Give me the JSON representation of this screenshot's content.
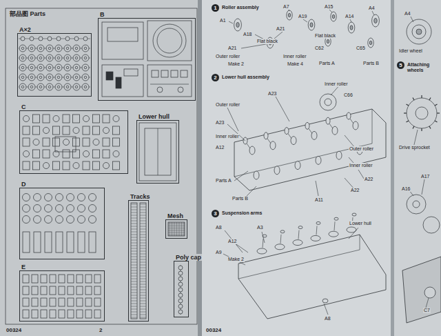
{
  "diagram": {
    "title": "部品图 Parts",
    "nodes": [
      {
        "text": [
          "A×2"
        ]
      },
      {
        "text": [
          "B"
        ]
      },
      {
        "text": [
          "C"
        ]
      },
      {
        "text": [
          "Lower hull"
        ]
      },
      {
        "text": [
          "D"
        ]
      },
      {
        "text": [
          "Tracks"
        ]
      },
      {
        "text": [
          "Mesh"
        ]
      },
      {
        "text": [
          "E"
        ]
      },
      {
        "text": [
          "Poly cap"
        ]
      },
      {
        "text": [
          "1",
          "Roller assembly"
        ]
      },
      {
        "text": [
          "2",
          "Lower hull assembly"
        ]
      },
      {
        "text": [
          "3",
          "Suspension arms"
        ]
      },
      {
        "text": [
          "5",
          "Attaching wheels"
        ]
      }
    ],
    "labels": [
      "A1",
      "A7",
      "A19",
      "A15",
      "A14",
      "A4",
      "A18",
      "A21",
      "A21",
      "Outer roller",
      "Make 2",
      "Flat black",
      "Inner roller",
      "Make 4",
      "Flat black",
      "C62",
      "C65",
      "Parts A",
      "Parts B",
      "Inner roller",
      "C66",
      "A23",
      "Outer roller",
      "A23",
      "Inner roller",
      "A12",
      "Outer roller",
      "Inner roller",
      "A22",
      "Parts A",
      "Parts B",
      "A22",
      "A11",
      "A8",
      "A3",
      "A12",
      "A9",
      "Make 2",
      "Lower hull",
      "A8",
      "A4",
      "Idler wheel",
      "Drive sprocket",
      "A17",
      "A16",
      "C7",
      "00324",
      "2",
      "00324"
    ]
  }
}
